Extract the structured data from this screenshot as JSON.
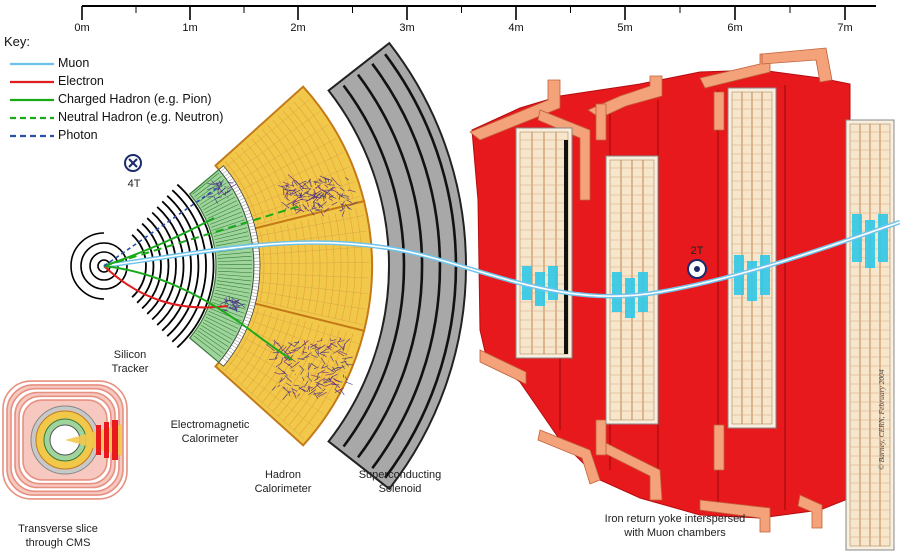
{
  "scale": {
    "ticks": [
      "0m",
      "1m",
      "2m",
      "3m",
      "4m",
      "5m",
      "6m",
      "7m"
    ]
  },
  "key": {
    "title": "Key:",
    "items": [
      {
        "label": "Muon",
        "color": "#6ec3ea",
        "style": "solid"
      },
      {
        "label": "Electron",
        "color": "#e01e1e",
        "style": "solid"
      },
      {
        "label": "Charged Hadron (e.g. Pion)",
        "color": "#1aaa1a",
        "style": "solid"
      },
      {
        "label": "Neutral Hadron (e.g. Neutron)",
        "color": "#1aaa1a",
        "style": "dashed"
      },
      {
        "label": "Photon",
        "color": "#2a4fa8",
        "style": "dashed"
      }
    ]
  },
  "fields": {
    "inner": "4T",
    "outer": "2T"
  },
  "labels": {
    "tracker": "Silicon\nTracker",
    "ecal": "Electromagnetic\nCalorimeter",
    "hcal": "Hadron\nCalorimeter",
    "solenoid": "Superconducting\nSolenoid",
    "yoke": "Iron return yoke interspersed\nwith Muon chambers",
    "slice": "Transverse slice\nthrough CMS"
  },
  "credit": "© Barney, CERN, February 2004",
  "colors": {
    "yoke": "#e8191c",
    "yoke_edge": "#f4a27a",
    "hcal": "#f2c84b",
    "ecal": "#9fd49c",
    "solenoid": "#a8a8a8",
    "muon_chamber": "#f6e6cc",
    "muon_hit": "#30c8e8",
    "jet": "#3a2a88"
  }
}
